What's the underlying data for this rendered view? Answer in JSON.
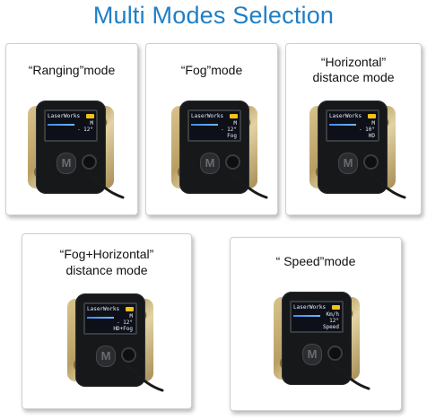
{
  "title": "Multi Modes Selection",
  "modes": [
    {
      "label": "“Ranging”mode",
      "brand": "LaserWorks",
      "line1": "M",
      "line2": "- 12°",
      "line3": ""
    },
    {
      "label": "“Fog”mode",
      "brand": "LaserWorks",
      "line1": "M",
      "line2": "- 12°",
      "line3": "Fog"
    },
    {
      "label_line1": "“Horizontal”",
      "label_line2": "distance mode",
      "brand": "LaserWorks",
      "line1": "M",
      "line2": "- 10°",
      "line3": "HD"
    },
    {
      "label_line1": "“Fog+Horizontal”",
      "label_line2": "distance mode",
      "brand": "LaserWorks",
      "line1": "M",
      "line2": "- 12°",
      "line3": "HD+Fog"
    },
    {
      "label": "“ Speed”mode",
      "brand": "LaserWorks",
      "line1": "Km/h",
      "line2": "12°",
      "line3": "Speed"
    }
  ],
  "colors": {
    "title": "#1f7fc6",
    "battery": "#f0c21a",
    "bar": "#3d8df0"
  },
  "icons": {
    "mode_button": "m-letter-icon",
    "power_knob": "round-knob-icon",
    "strap": "lanyard-icon"
  }
}
